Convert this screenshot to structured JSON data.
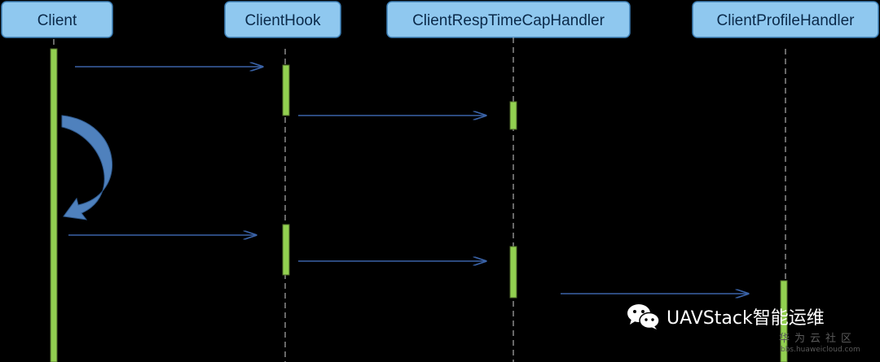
{
  "diagram": {
    "participants": [
      {
        "id": "client",
        "label": "Client"
      },
      {
        "id": "clienthook",
        "label": "ClientHook"
      },
      {
        "id": "resptimecap",
        "label": "ClientRespTimeCapHandler"
      },
      {
        "id": "profile",
        "label": "ClientProfileHandler"
      }
    ],
    "messages": [
      {
        "from": "client",
        "to": "clienthook"
      },
      {
        "from": "clienthook",
        "to": "resptimecap"
      },
      {
        "from": "client",
        "to": "client",
        "kind": "self-call"
      },
      {
        "from": "client",
        "to": "clienthook"
      },
      {
        "from": "clienthook",
        "to": "resptimecap"
      },
      {
        "from": "resptimecap",
        "to": "profile"
      }
    ],
    "colors": {
      "background": "#000000",
      "box_fill": "#8fc8ef",
      "box_stroke": "#3d7fb6",
      "activation": "#92d050",
      "arrow": "#3a63a8",
      "self_arrow": "#4f81bd",
      "lifeline": "#d0d0d0"
    }
  },
  "watermark": {
    "icon": "wechat-icon",
    "text": "UAVStack智能运维",
    "site": "华为云社区",
    "url": "bbs.huaweicloud.com"
  }
}
